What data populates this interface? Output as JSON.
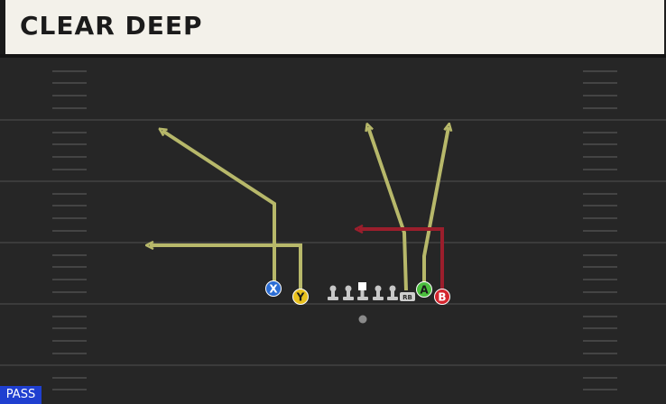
{
  "play": {
    "title": "CLEAR DEEP",
    "type_badge": "PASS"
  },
  "players": {
    "x": "X",
    "y": "Y",
    "a": "A",
    "b": "B",
    "rb": "RB"
  },
  "colors": {
    "field": "#2a2a2a",
    "yard_line": "#3b3b3b",
    "hash": "#4a4a4a",
    "route_primary": "#b7b86a",
    "route_secondary": "#9b1e2c",
    "x_button": "#2b6dd4",
    "y_button": "#e8c01d",
    "a_button": "#4bbf3e",
    "b_button": "#d4252e",
    "pass_badge": "#1f3fd0"
  }
}
